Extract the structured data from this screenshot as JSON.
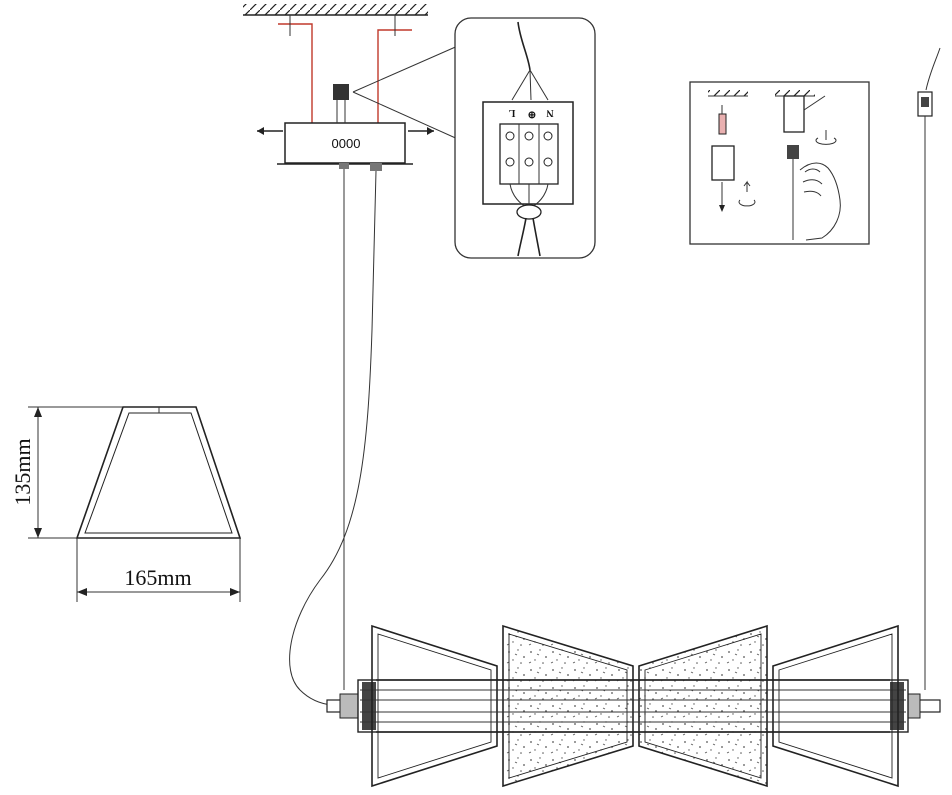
{
  "shade_dimensions": {
    "height_label": "135mm",
    "width_label": "165mm"
  },
  "canopy": {
    "terminal_label": "0000"
  },
  "wiring_detail": {
    "terminal_labels": [
      "L",
      "⊕",
      "N"
    ]
  },
  "colors": {
    "line": "#222222",
    "wire_red": "#c0392b",
    "frost_dots": "#555555"
  }
}
